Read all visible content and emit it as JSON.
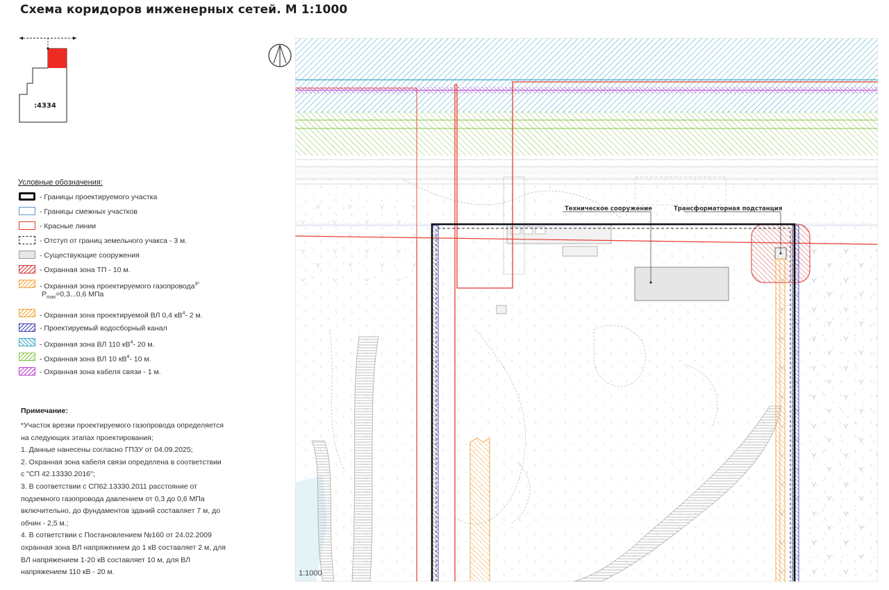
{
  "title": "Схема коридоров инженерных сетей. М 1:1000",
  "key_map": {
    "label": ":4334"
  },
  "legend": {
    "title": "Условные обозначения:",
    "items": [
      {
        "label": "- Границы проектируемого участка"
      },
      {
        "label": "- Границы смежных участков"
      },
      {
        "label": "- Красные линии"
      },
      {
        "label": "- Отступ от границ земельного учакса - 3 м."
      },
      {
        "label": "- Существующие сооружения"
      },
      {
        "label": "- Охранная зона ТП - 10 м."
      },
      {
        "label": "- Охранная зона проектируемого газопровода",
        "sup": "3*",
        "sub_line": "=0,3...0,6 МПа",
        "sub_prefix": "P",
        "sub_index": "max"
      },
      {
        "label": "- Охранная зона проектируемой ВЛ 0,4 кВ",
        "sup": "4",
        "tail": "- 2 м."
      },
      {
        "label": "- Проектируемый водосборный канал"
      },
      {
        "label": "- Охранная зона ВЛ 110 кВ",
        "sup": "4",
        "tail": "- 20 м."
      },
      {
        "label": "- Охранная зона ВЛ 10 кВ",
        "sup": "4",
        "tail": "- 10 м."
      },
      {
        "label": "- Охранная зона кабеля связи - 1 м."
      }
    ]
  },
  "notes": {
    "title": "Примечание:",
    "lines": [
      "*Участок врезки проектируемого газопровода определяется",
      "на следующих этапах проектирования;",
      "1. Данные нанесены согласно ГПЗУ от 04.09.2025;",
      "2. Охранная зона кабеля связи определена в соответствии",
      "с \"СП 42.13330.2016\";",
      "3. В соответствии с СП62.13330.2011 расстояние от",
      "подземного газопровода давлением от 0,3 до 0,6 МПа",
      "включительно, до фундаментов зданий составляет 7 м, до",
      "обчин - 2,5 м.;",
      "4. В сответствии с Постановлением №160 от 24.02.2009",
      "охранная зона ВЛ напряжением до 1 кВ составляет 2 м, для",
      "ВЛ напряжением 1-20 кВ составляет 10 м, для ВЛ",
      "напряжением 110 кВ - 20 м."
    ]
  },
  "map": {
    "scale_label": "1:1000",
    "label_technical": "Техническое сооружение",
    "label_substation": "Трансформаторная подстанция"
  },
  "colors": {
    "red_line": "#e8392d",
    "adjacent_border": "#5b93c8",
    "site_border": "#111111",
    "tp_zone": "#d93434",
    "gas_zone": "#f0a437",
    "canal": "#3a3fb0",
    "vl110": "#3aa7c9",
    "vl10": "#8bc34a",
    "cable": "#c03fd0",
    "existing": "#e6e6e6"
  },
  "icons": {
    "north": "north-arrow-icon"
  }
}
